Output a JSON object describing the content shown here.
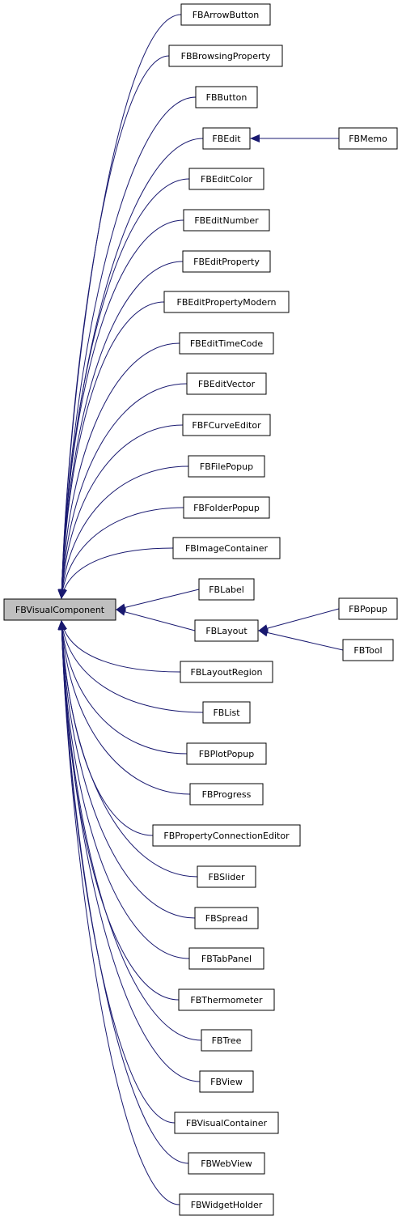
{
  "root": {
    "label": "FBVisualComponent"
  },
  "nodes": [
    {
      "id": "FBArrowButton",
      "label": "FBArrowButton",
      "parent": "FBVisualComponent"
    },
    {
      "id": "FBBrowsingProperty",
      "label": "FBBrowsingProperty",
      "parent": "FBVisualComponent"
    },
    {
      "id": "FBButton",
      "label": "FBButton",
      "parent": "FBVisualComponent"
    },
    {
      "id": "FBEdit",
      "label": "FBEdit",
      "parent": "FBVisualComponent"
    },
    {
      "id": "FBEditColor",
      "label": "FBEditColor",
      "parent": "FBVisualComponent"
    },
    {
      "id": "FBEditNumber",
      "label": "FBEditNumber",
      "parent": "FBVisualComponent"
    },
    {
      "id": "FBEditProperty",
      "label": "FBEditProperty",
      "parent": "FBVisualComponent"
    },
    {
      "id": "FBEditPropertyModern",
      "label": "FBEditPropertyModern",
      "parent": "FBVisualComponent"
    },
    {
      "id": "FBEditTimeCode",
      "label": "FBEditTimeCode",
      "parent": "FBVisualComponent"
    },
    {
      "id": "FBEditVector",
      "label": "FBEditVector",
      "parent": "FBVisualComponent"
    },
    {
      "id": "FBFCurveEditor",
      "label": "FBFCurveEditor",
      "parent": "FBVisualComponent"
    },
    {
      "id": "FBFilePopup",
      "label": "FBFilePopup",
      "parent": "FBVisualComponent"
    },
    {
      "id": "FBFolderPopup",
      "label": "FBFolderPopup",
      "parent": "FBVisualComponent"
    },
    {
      "id": "FBImageContainer",
      "label": "FBImageContainer",
      "parent": "FBVisualComponent"
    },
    {
      "id": "FBLabel",
      "label": "FBLabel",
      "parent": "FBVisualComponent"
    },
    {
      "id": "FBLayout",
      "label": "FBLayout",
      "parent": "FBVisualComponent"
    },
    {
      "id": "FBLayoutRegion",
      "label": "FBLayoutRegion",
      "parent": "FBVisualComponent"
    },
    {
      "id": "FBList",
      "label": "FBList",
      "parent": "FBVisualComponent"
    },
    {
      "id": "FBPlotPopup",
      "label": "FBPlotPopup",
      "parent": "FBVisualComponent"
    },
    {
      "id": "FBProgress",
      "label": "FBProgress",
      "parent": "FBVisualComponent"
    },
    {
      "id": "FBPropertyConnectionEditor",
      "label": "FBPropertyConnectionEditor",
      "parent": "FBVisualComponent"
    },
    {
      "id": "FBSlider",
      "label": "FBSlider",
      "parent": "FBVisualComponent"
    },
    {
      "id": "FBSpread",
      "label": "FBSpread",
      "parent": "FBVisualComponent"
    },
    {
      "id": "FBTabPanel",
      "label": "FBTabPanel",
      "parent": "FBVisualComponent"
    },
    {
      "id": "FBThermometer",
      "label": "FBThermometer",
      "parent": "FBVisualComponent"
    },
    {
      "id": "FBTree",
      "label": "FBTree",
      "parent": "FBVisualComponent"
    },
    {
      "id": "FBView",
      "label": "FBView",
      "parent": "FBVisualComponent"
    },
    {
      "id": "FBVisualContainer",
      "label": "FBVisualContainer",
      "parent": "FBVisualComponent"
    },
    {
      "id": "FBWebView",
      "label": "FBWebView",
      "parent": "FBVisualComponent"
    },
    {
      "id": "FBWidgetHolder",
      "label": "FBWidgetHolder",
      "parent": "FBVisualComponent"
    },
    {
      "id": "FBMemo",
      "label": "FBMemo",
      "parent": "FBEdit"
    },
    {
      "id": "FBPopup",
      "label": "FBPopup",
      "parent": "FBLayout"
    },
    {
      "id": "FBTool",
      "label": "FBTool",
      "parent": "FBLayout"
    }
  ],
  "colors": {
    "edge": "#191970",
    "node_border": "#000000",
    "node_fill": "#ffffff",
    "root_fill": "#bfbfbf",
    "text": "#000000"
  }
}
